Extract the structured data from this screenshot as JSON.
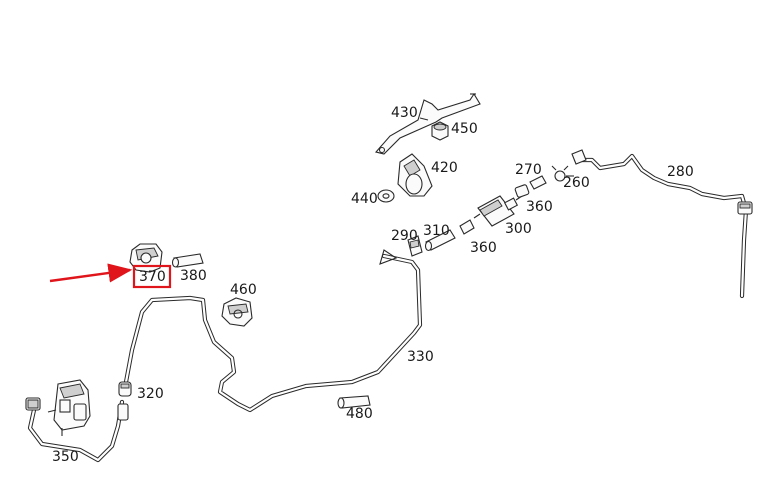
{
  "diagram": {
    "labels": {
      "p430": "430",
      "p450": "450",
      "p420": "420",
      "p440": "440",
      "p270": "270",
      "p260": "260",
      "p280": "280",
      "p360a": "360",
      "p300": "300",
      "p310": "310",
      "p360b": "360",
      "p290": "290",
      "p370": "370",
      "p380": "380",
      "p460": "460",
      "p330": "330",
      "p320": "320",
      "p480": "480",
      "p350": "350"
    },
    "highlight": {
      "part": "370",
      "color": "#e0141b"
    }
  }
}
